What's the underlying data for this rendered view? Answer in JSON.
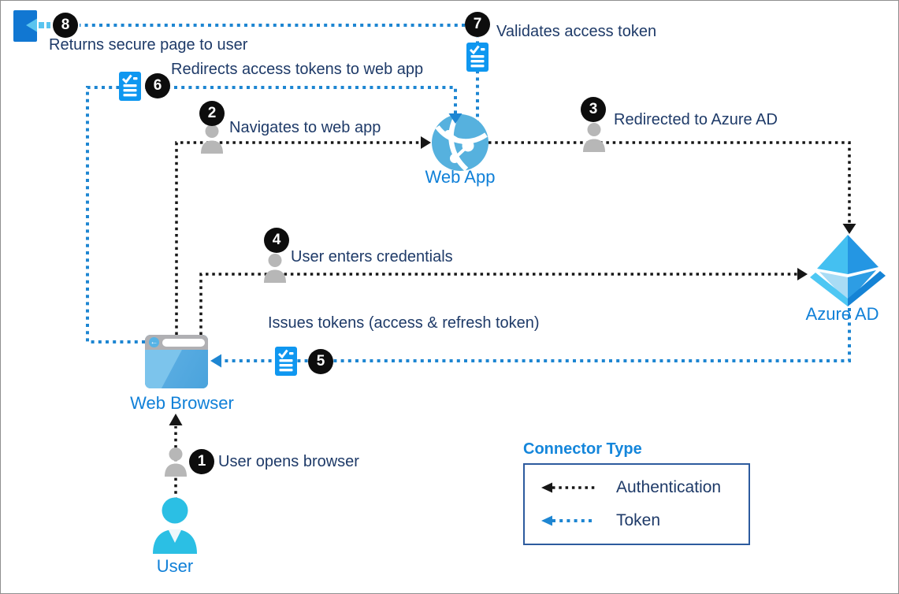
{
  "nodes": {
    "user": {
      "label": "User"
    },
    "web_browser": {
      "label": "Web Browser"
    },
    "web_app": {
      "label": "Web App"
    },
    "azure_ad": {
      "label": "Azure AD"
    }
  },
  "steps": [
    {
      "num": "1",
      "label": "User opens browser"
    },
    {
      "num": "2",
      "label": "Navigates to web app"
    },
    {
      "num": "3",
      "label": "Redirected to Azure AD"
    },
    {
      "num": "4",
      "label": "User enters credentials"
    },
    {
      "num": "5",
      "label": "Issues tokens (access & refresh token)"
    },
    {
      "num": "6",
      "label": "Redirects access tokens to web app"
    },
    {
      "num": "7",
      "label": "Validates access token"
    },
    {
      "num": "8",
      "label": "Returns secure page to user"
    }
  ],
  "legend": {
    "title": "Connector Type",
    "items": [
      {
        "label": "Authentication",
        "type": "authentication"
      },
      {
        "label": "Token",
        "type": "token"
      }
    ]
  },
  "icons": {
    "user-icon": "cyan person silhouette",
    "person-icon": "gray person silhouette",
    "web-browser-icon": "browser window with back button and address bar",
    "web-app-icon": "blue globe with network nodes",
    "azure-ad-icon": "blue 3d diamond",
    "token-icon": "blue checklist document",
    "secure-page-icon": "solid blue page rectangle"
  },
  "colors": {
    "auth_line": "#161616",
    "token_line": "#1e86d2",
    "annotation_text": "#1e3a68",
    "node_label": "#1080d8",
    "legend_title": "#1486db",
    "legend_border": "#2d5b9e",
    "badge_bg": "#0d0d0d",
    "token_icon": "#0f97f0",
    "cyan_arrow": "#5ac4ef"
  }
}
